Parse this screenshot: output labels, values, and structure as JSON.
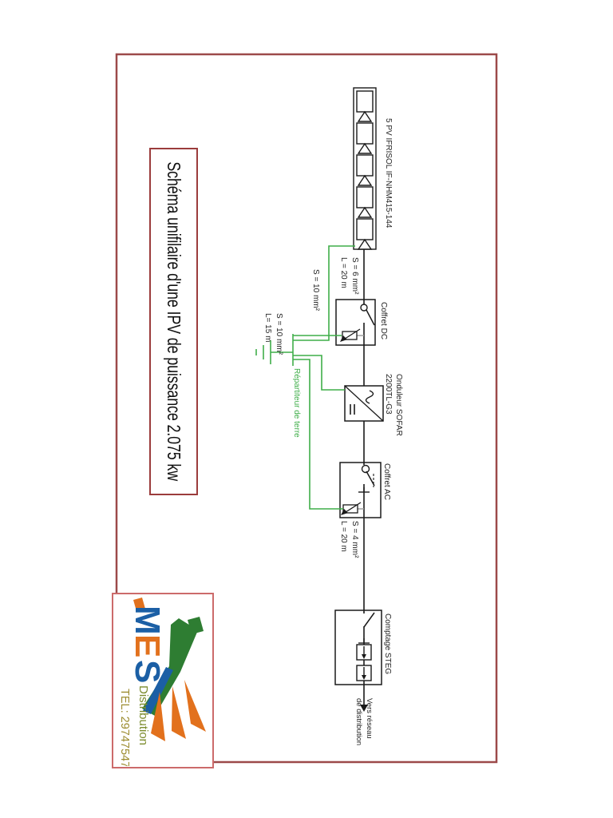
{
  "document": {
    "title": "Schéma unifilaire d'une IPV de puissance 2.075 kw"
  },
  "diagram": {
    "pv_array": {
      "label": "5 PV IFRISOL IF-NHM415-144",
      "module_count": 5
    },
    "coffret_dc": {
      "label": "Coffret DC"
    },
    "inverter": {
      "label_line1": "Onduleur SOFAR",
      "label_line2": "2200TL-G3",
      "ac_symbol": "~",
      "dc_symbol": "="
    },
    "coffret_ac": {
      "label": "Coffret AC"
    },
    "metering": {
      "label": "Comptage STEG"
    },
    "grid_output": {
      "label_line1": "Vers réseau",
      "label_line2": "de distribution"
    },
    "earth": {
      "label": "Répartiteur de terre"
    },
    "cables": {
      "pv_to_dc": {
        "section": "S = 6 mm²",
        "length": "L = 20 m"
      },
      "pv_earth": {
        "section": "S = 10 mm²"
      },
      "earth_electrode": {
        "section": "S = 10 mm²",
        "length": "L= 15 m"
      },
      "ac_cable": {
        "section": "S = 4 mm²",
        "length": "L = 20 m"
      }
    }
  },
  "logo": {
    "letters": {
      "m": "M",
      "e": "E",
      "s": "S"
    },
    "subtitle": "Distribution",
    "phone": "TEL: 29747547"
  },
  "colors": {
    "frame_border": "#9c4a4a",
    "wire_black": "#1a1a1a",
    "wire_earth_green": "#3fae49",
    "logo_blue": "#1b5fa5",
    "logo_orange": "#e2711d",
    "logo_green": "#2e7d32",
    "logo_subtitle_olive": "#7c8c2d",
    "logo_phone_gold": "#9c8c30",
    "logo_border": "#cc6b6b"
  }
}
